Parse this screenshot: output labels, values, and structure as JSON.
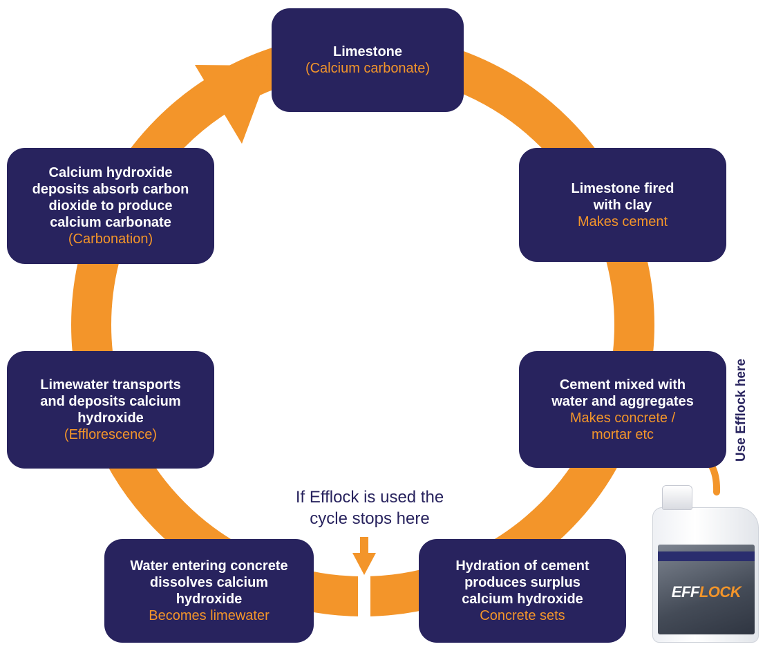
{
  "steps": {
    "limestone": {
      "title": [
        "Limestone"
      ],
      "sub": [
        "(Calcium carbonate)"
      ]
    },
    "fired": {
      "title": [
        "Limestone fired",
        "with clay"
      ],
      "sub": [
        "Makes cement"
      ]
    },
    "mixed": {
      "title": [
        "Cement mixed with",
        "water and aggregates"
      ],
      "sub": [
        "Makes concrete /",
        "mortar etc"
      ]
    },
    "hydration": {
      "title": [
        "Hydration of cement",
        "produces surplus",
        "calcium hydroxide"
      ],
      "sub": [
        "Concrete sets"
      ]
    },
    "water": {
      "title": [
        "Water entering concrete",
        "dissolves calcium",
        "hydroxide"
      ],
      "sub": [
        "Becomes limewater"
      ]
    },
    "limewater": {
      "title": [
        "Limewater transports",
        "and deposits calcium",
        "hydroxide"
      ],
      "sub": [
        "(Efflorescence)"
      ]
    },
    "carbonation": {
      "title": [
        "Calcium hydroxide",
        "deposits absorb carbon",
        "dioxide to produce",
        "calcium carbonate"
      ],
      "sub": [
        "(Carbonation)"
      ]
    }
  },
  "stop_note": [
    "If Efflock is used the",
    "cycle stops here"
  ],
  "side_label": "Use Efflock here",
  "product": {
    "brand_a": "EFF",
    "brand_b": "LOCK"
  },
  "colors": {
    "box": "#28235e",
    "accent": "#f3952a",
    "text_light": "#ffffff"
  }
}
